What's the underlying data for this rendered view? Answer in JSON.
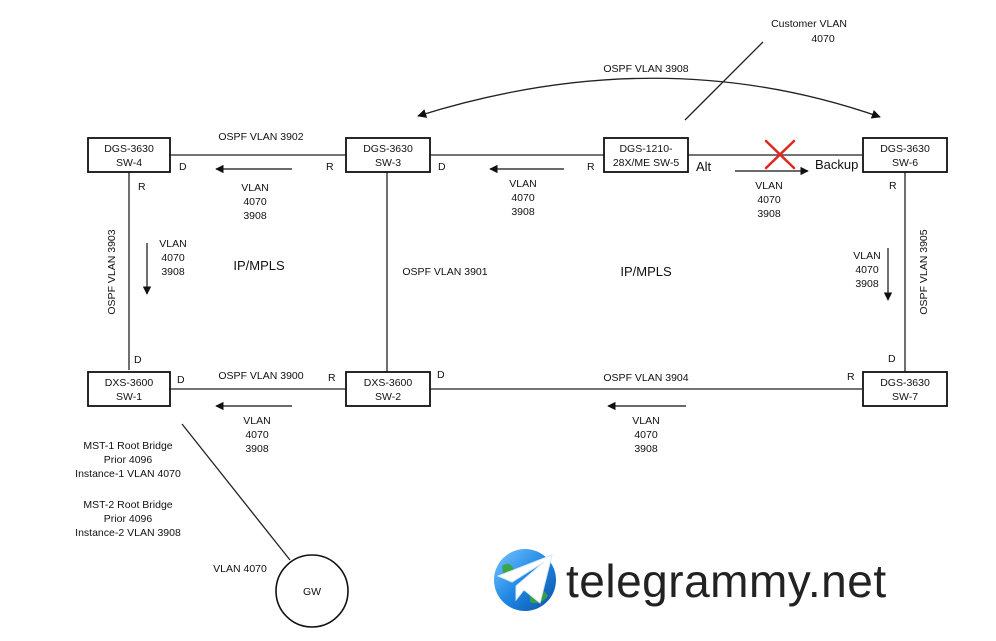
{
  "nodes": {
    "sw4": {
      "line1": "DGS-3630",
      "line2": "SW-4"
    },
    "sw3": {
      "line1": "DGS-3630",
      "line2": "SW-3"
    },
    "sw5": {
      "line1": "DGS-1210-",
      "line2": "28X/ME SW-5"
    },
    "sw6": {
      "line1": "DGS-3630",
      "line2": "SW-6"
    },
    "sw1": {
      "line1": "DXS-3600",
      "line2": "SW-1"
    },
    "sw2": {
      "line1": "DXS-3600",
      "line2": "SW-2"
    },
    "sw7": {
      "line1": "DGS-3630",
      "line2": "SW-7"
    },
    "gw": "GW"
  },
  "links": {
    "sw4_sw3": "OSPF VLAN 3902",
    "sw5_sw6_top": "OSPF VLAN 3908",
    "sw4_sw1": "OSPF VLAN 3903",
    "sw3_sw2": "OSPF VLAN 3901",
    "sw6_sw7": "OSPF VLAN 3905",
    "sw1_sw2": "OSPF VLAN 3900",
    "sw2_sw7": "OSPF VLAN 3904"
  },
  "customer_vlan": {
    "line1": "Customer VLAN",
    "line2": "4070"
  },
  "port_roles": {
    "designated": "D",
    "root": "R",
    "alternate": "Alt",
    "backup": "Backup"
  },
  "vlan_groups": {
    "line1": "VLAN",
    "line2": "4070",
    "line3": "3908"
  },
  "regions": {
    "left": "IP/MPLS",
    "right": "IP/MPLS"
  },
  "root_bridge_info": {
    "mst1": {
      "line1": "MST-1 Root Bridge",
      "line2": "Prior 4096",
      "line3": "Instance-1 VLAN 4070"
    },
    "mst2": {
      "line1": "MST-2 Root Bridge",
      "line2": "Prior 4096",
      "line3": "Instance-2 VLAN 3908"
    }
  },
  "gw_vlan": "VLAN 4070",
  "watermark": "telegrammy.net",
  "colors": {
    "line": "#222222",
    "blocked_x": "#e0261d",
    "logo_blue": "#1e88e5",
    "logo_green": "#3aa53a"
  }
}
